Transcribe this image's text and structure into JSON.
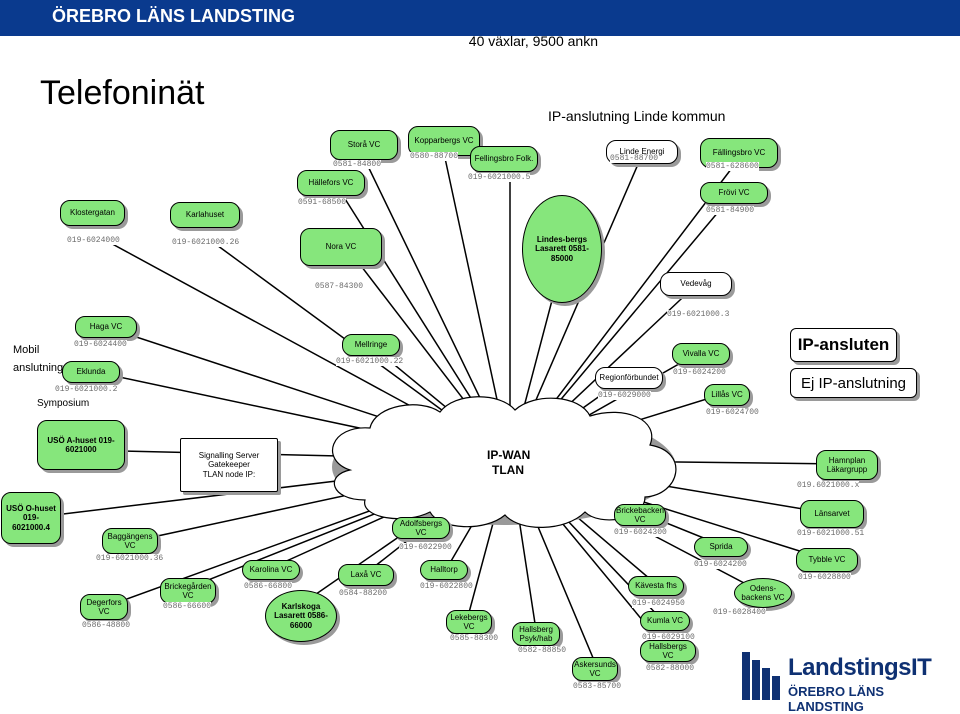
{
  "header": {
    "org": "ÖREBRO LÄNS LANDSTING",
    "subtitle": "40 växlar, 9500 ankn"
  },
  "title": "Telefoninät",
  "ip_linde": "IP-anslutning Linde kommun",
  "legend": {
    "ip": "IP-ansluten",
    "non_ip": "Ej IP-anslutning"
  },
  "side_labels": {
    "mobil": "Mobil",
    "anslutning": "anslutning",
    "symposium": "Symposium"
  },
  "cloud": {
    "line1": "IP-WAN",
    "line2": "TLAN"
  },
  "signalling": {
    "line1": "Signalling Server",
    "line2": "Gatekeeper",
    "line3": "TLAN node IP:"
  },
  "nodes": {
    "klostergatan": {
      "name": "Klostergatan",
      "num": "019-6024000"
    },
    "karlahuset": {
      "name": "Karlahuset",
      "num": "019-6021000.26"
    },
    "hallefors": {
      "name": "Hällefors VC",
      "num": "0591-68500"
    },
    "stora": {
      "name": "Storå VC",
      "num": "0581-84800"
    },
    "kopparberg": {
      "name": "Kopparbergs VC",
      "num": "0580-88700"
    },
    "fellingsbro": {
      "name": "Fellingsbro Folk.",
      "num": "019-6021000.5"
    },
    "nora": {
      "name": "Nora VC",
      "num": "0587-84300"
    },
    "lindesberg": {
      "name": "Lindes-bergs Lasarett 0581-85000"
    },
    "linde_energi": {
      "name": "Linde Energi",
      "num": "0581-88700"
    },
    "fellingsbro_vc": {
      "name": "Fällingsbro VC",
      "num": "0581-628600"
    },
    "frovi": {
      "name": "Frövi VC",
      "num": "0581-84900"
    },
    "vedevag": {
      "name": "Vedevåg",
      "num": "019-6021000.3"
    },
    "haga": {
      "name": "Haga VC",
      "num": "019-6024400"
    },
    "eklunda": {
      "name": "Eklunda",
      "num": "019-6021000.2"
    },
    "mellringe": {
      "name": "Mellringe",
      "num": "019-6021000.22"
    },
    "regionforbundet": {
      "name": "Regionförbundet",
      "num": "019-6029000"
    },
    "vivalla": {
      "name": "Vivalla VC",
      "num": "019-6024200"
    },
    "lillas": {
      "name": "Lillås VC",
      "num": "019-6024700"
    },
    "uso_a": {
      "name": "USÖ A-huset 019-6021000"
    },
    "hamnplan": {
      "name": "Hamnplan Läkargrupp",
      "num": "019.6021000.x"
    },
    "uso_o": {
      "name": "USÖ O-huset 019-6021000.4"
    },
    "baggangens": {
      "name": "Baggängens VC",
      "num": "019-6021000.36"
    },
    "degerfors": {
      "name": "Degerfors VC",
      "num": "0586-48800"
    },
    "brickegarden": {
      "name": "Brickegården VC",
      "num": "0586-66600"
    },
    "karolina": {
      "name": "Karolina VC",
      "num": "0586-66800"
    },
    "karlskoga": {
      "name": "Karlskoga Lasarett 0586-66000"
    },
    "laxa": {
      "name": "Laxå VC",
      "num": "0584-88200"
    },
    "adolfsbergs": {
      "name": "Adolfsbergs VC",
      "num": "019-6022900"
    },
    "halltorp": {
      "name": "Halltorp",
      "num": "019-6022800"
    },
    "lekebergs": {
      "name": "Lekebergs VC",
      "num": "0585-88300"
    },
    "hallsberg_psyk": {
      "name": "Hallsberg Psyk/hab",
      "num": "0582-88850"
    },
    "askersunds": {
      "name": "Askersunds VC",
      "num": "0583-85700"
    },
    "brickebacken": {
      "name": "Brickebacken VC",
      "num": "019-6024300"
    },
    "sprida": {
      "name": "Sprida",
      "num": "019-6024200"
    },
    "kavesta": {
      "name": "Kävesta fhs",
      "num": "019-6024950"
    },
    "kumla": {
      "name": "Kumla VC",
      "num": "019-6029100"
    },
    "hallsbergs_vc": {
      "name": "Hallsbergs VC",
      "num": "0582-88000"
    },
    "odensbackens": {
      "name": "Odens-backens VC",
      "num": "019-6028400"
    },
    "lansarvet": {
      "name": "Länsarvet",
      "num": "019-6021000.51"
    },
    "tybble": {
      "name": "Tybble VC",
      "num": "019-6028800"
    }
  },
  "logo": {
    "name": "LandstingsIT",
    "sub": "ÖREBRO LÄNS LANDSTING"
  },
  "colors": {
    "header_bg": "#0a3a8e",
    "ip_green": "#86e67c",
    "brand": "#0f3173"
  }
}
